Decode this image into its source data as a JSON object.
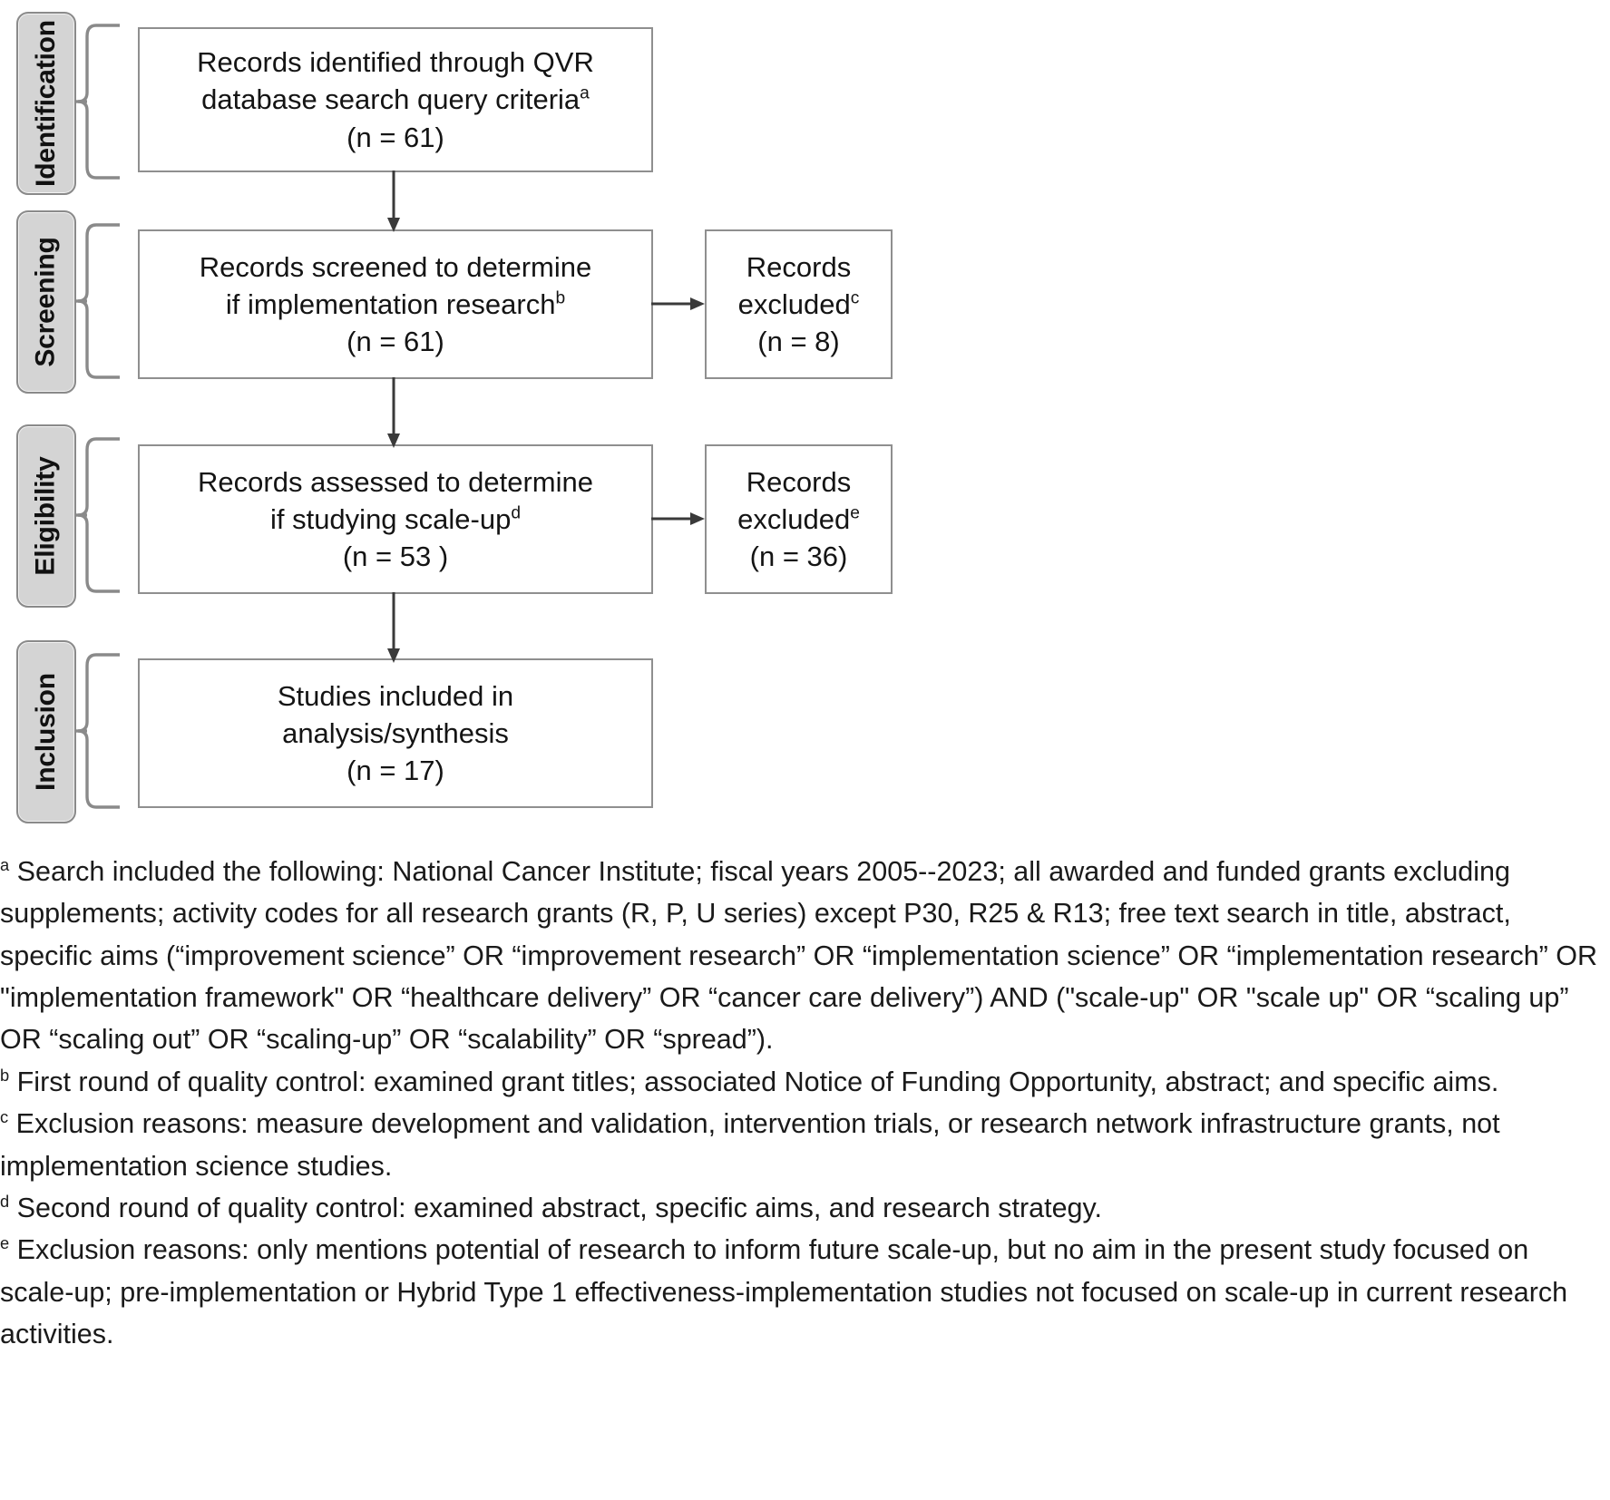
{
  "figure": {
    "type": "prisma-flow-diagram",
    "stages": [
      {
        "id": "identification",
        "label": "Identification"
      },
      {
        "id": "screening",
        "label": "Screening"
      },
      {
        "id": "eligibility",
        "label": "Eligibility"
      },
      {
        "id": "inclusion",
        "label": "Inclusion"
      }
    ],
    "boxes": [
      {
        "id": "identified",
        "stage": "identification",
        "line1": "Records identified through QVR",
        "line2": "database search query criteria",
        "line2_sup": "a",
        "count_line": "(n = 61)",
        "n": 61
      },
      {
        "id": "screened",
        "stage": "screening",
        "line1": "Records screened to determine",
        "line2": "if implementation research",
        "line2_sup": "b",
        "count_line": "(n = 61)",
        "n": 61
      },
      {
        "id": "assessed",
        "stage": "eligibility",
        "line1": "Records assessed to determine",
        "line2": "if studying scale-up",
        "line2_sup": "d",
        "count_line": "(n = 53 )",
        "n": 53
      },
      {
        "id": "included",
        "stage": "inclusion",
        "line1": "Studies included in",
        "line2": "analysis/synthesis",
        "line2_sup": "",
        "count_line": "(n = 17)",
        "n": 17
      }
    ],
    "excluded_boxes": [
      {
        "id": "excluded-screening",
        "stage": "screening",
        "line1": "Records",
        "line2": "excluded",
        "line2_sup": "c",
        "count_line": "(n = 8)",
        "n": 8
      },
      {
        "id": "excluded-eligibility",
        "stage": "eligibility",
        "line1": "Records",
        "line2": "excluded",
        "line2_sup": "e",
        "count_line": "(n = 36)",
        "n": 36
      }
    ],
    "colors": {
      "box_border": "#8f8f8f",
      "pill_fill": "#d4d4d4",
      "pill_border": "#8a8a8a",
      "connector": "#3a3a3a",
      "text": "#1a1a1a"
    }
  },
  "footnotes": [
    {
      "marker": "a",
      "text": "Search included the following: National Cancer Institute; fiscal years 2005--2023; all awarded and funded grants excluding supplements; activity codes for all research grants (R, P, U series) except P30, R25 & R13; free text search in title, abstract, specific aims (“improvement science” OR “improvement research” OR “implementation science” OR “implementation research” OR \"implementation framework\" OR “healthcare delivery” OR “cancer care delivery”) AND (\"scale-up\" OR \"scale up\" OR “scaling up” OR “scaling out” OR “scaling-up” OR “scalability” OR “spread”)."
    },
    {
      "marker": "b",
      "text": "First round of quality control: examined grant titles; associated Notice of Funding Opportunity, abstract; and specific aims."
    },
    {
      "marker": "c",
      "text": "Exclusion reasons: measure development and validation, intervention trials, or research network infrastructure grants, not implementation science studies."
    },
    {
      "marker": "d",
      "text": "Second round of quality control: examined abstract, specific aims, and research strategy."
    },
    {
      "marker": "e",
      "text": "Exclusion reasons: only mentions potential of research to inform future scale-up, but no aim in the present study focused on scale-up; pre-implementation or Hybrid Type 1 effectiveness-implementation studies not focused on scale-up in current research activities."
    }
  ]
}
